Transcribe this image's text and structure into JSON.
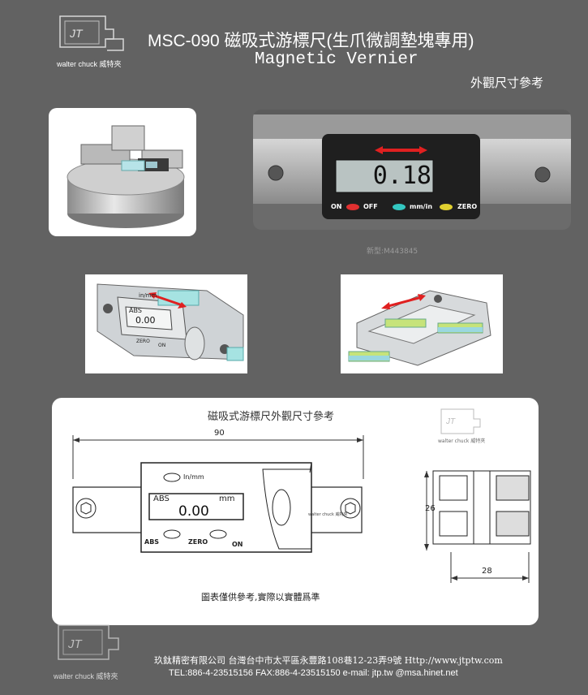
{
  "logo": {
    "text": "walter chuck 威特夾",
    "mark": "JT"
  },
  "header": {
    "title": "MSC-090 磁吸式游標尺(生爪微調墊塊專用)",
    "subtitle": "Magnetic Vernier",
    "caption": "外觀尺寸參考"
  },
  "photo_readout": {
    "value": "0.18",
    "on_label": "ON",
    "off_label": "OFF",
    "unit_label": "mm/in",
    "zero_label": "ZERO"
  },
  "model_caption": "新型:M443845",
  "render_display": {
    "abs": "ABS",
    "unit": "in/mm",
    "value": "0.00",
    "zero": "ZERO",
    "on": "ON"
  },
  "drawing": {
    "title": "磁吸式游標尺外觀尺寸參考",
    "dim_width": "90",
    "dim_height": "26",
    "dim_depth": "28",
    "unit_toggle": "In/mm",
    "abs": "ABS",
    "mm": "mm",
    "value": "0.00",
    "zero": "ZERO",
    "on": "ON",
    "brand": "walter chuck 威特夾",
    "note": "圖表僅供參考,實際以實體爲準"
  },
  "footer": {
    "line1": "玖鈦精密有限公司  台灣台中市太平區永豐路108巷12-23弄9號  Http://www.jtptw.com",
    "line2": "TEL:886-4-23515156   FAX:886-4-23515150   e-mail: jtp.tw @msa.hinet.net"
  }
}
